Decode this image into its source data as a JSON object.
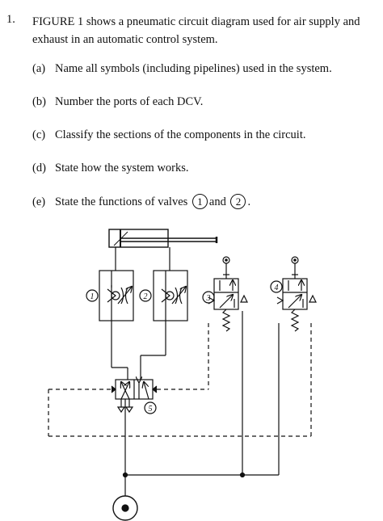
{
  "question": {
    "number": "1.",
    "stem": "FIGURE 1 shows a pneumatic circuit diagram used for air supply and exhaust in an automatic control system.",
    "parts": [
      {
        "label": "(a)",
        "text": "Name all symbols (including pipelines) used in the system."
      },
      {
        "label": "(b)",
        "text": "Number the ports of each DCV."
      },
      {
        "label": "(c)",
        "text": "Classify the sections of the components in the circuit."
      },
      {
        "label": "(d)",
        "text": "State how the system works."
      }
    ],
    "part_e": {
      "label": "(e)",
      "prefix": "State the functions of valves",
      "valve_a": "1",
      "joiner": "and",
      "valve_b": "2",
      "suffix": "."
    }
  },
  "diagram": {
    "component_labels": [
      "1",
      "2",
      "3",
      "4",
      "5"
    ]
  }
}
